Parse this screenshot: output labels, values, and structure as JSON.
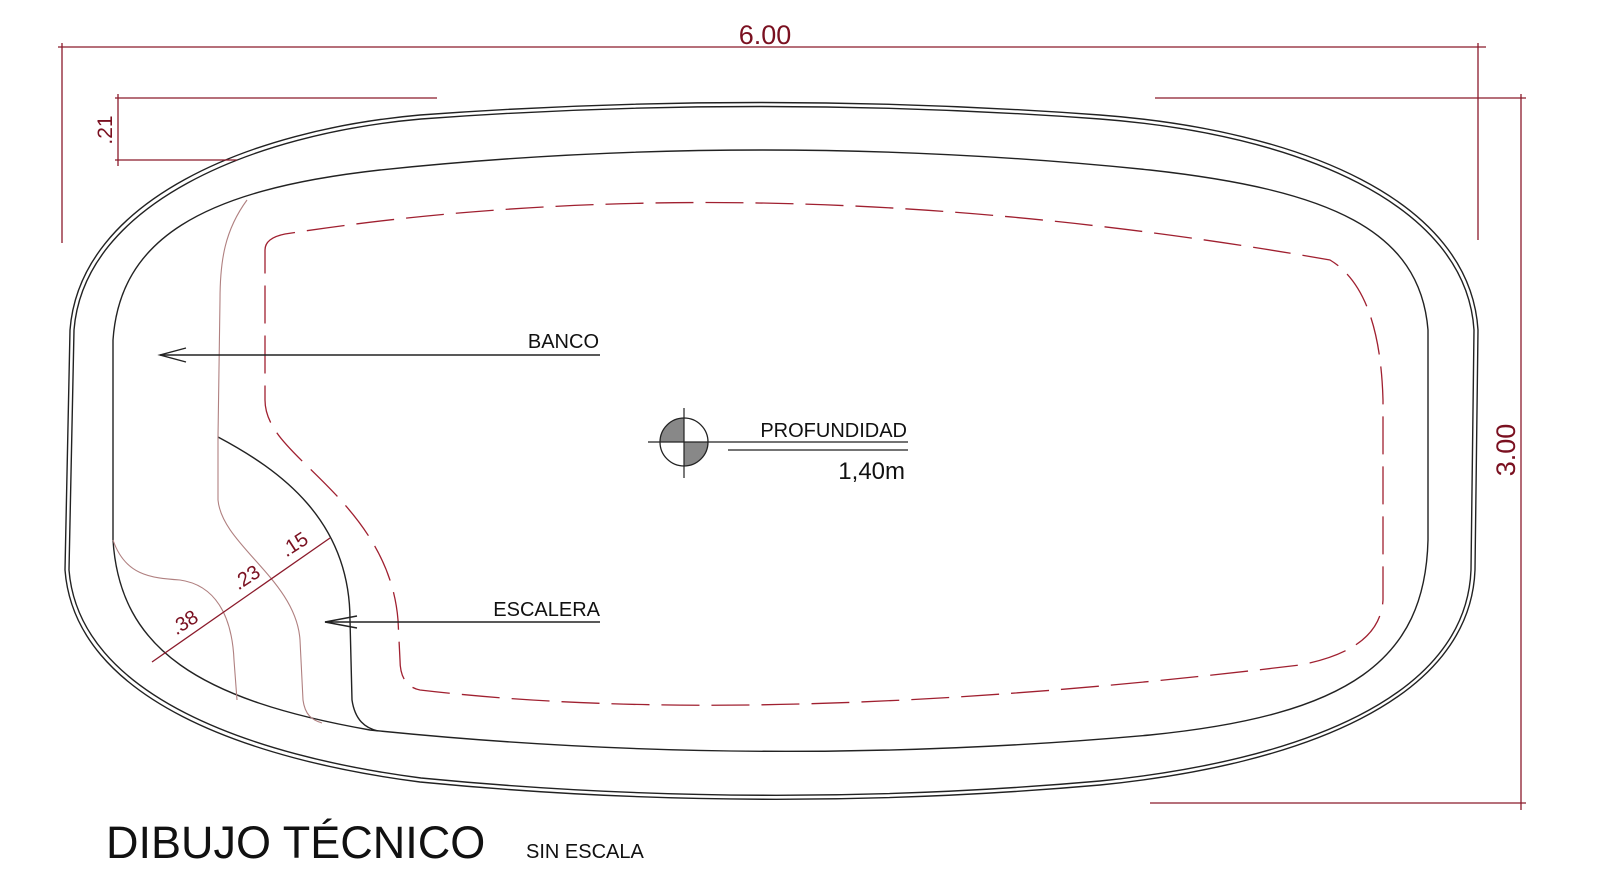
{
  "dimensions": {
    "length": "6.00",
    "width": "3.00",
    "edge": ".21",
    "steps": [
      ".38",
      ".23",
      ".15"
    ]
  },
  "labels": {
    "bench": "BANCO",
    "stairs": "ESCALERA",
    "depth_title": "PROFUNDIDAD",
    "depth_value": "1,40m"
  },
  "title": {
    "main": "DIBUJO TÉCNICO",
    "scale": "SIN ESCALA"
  },
  "colors": {
    "dimension": "#8b1a2b",
    "outline": "#222222"
  }
}
